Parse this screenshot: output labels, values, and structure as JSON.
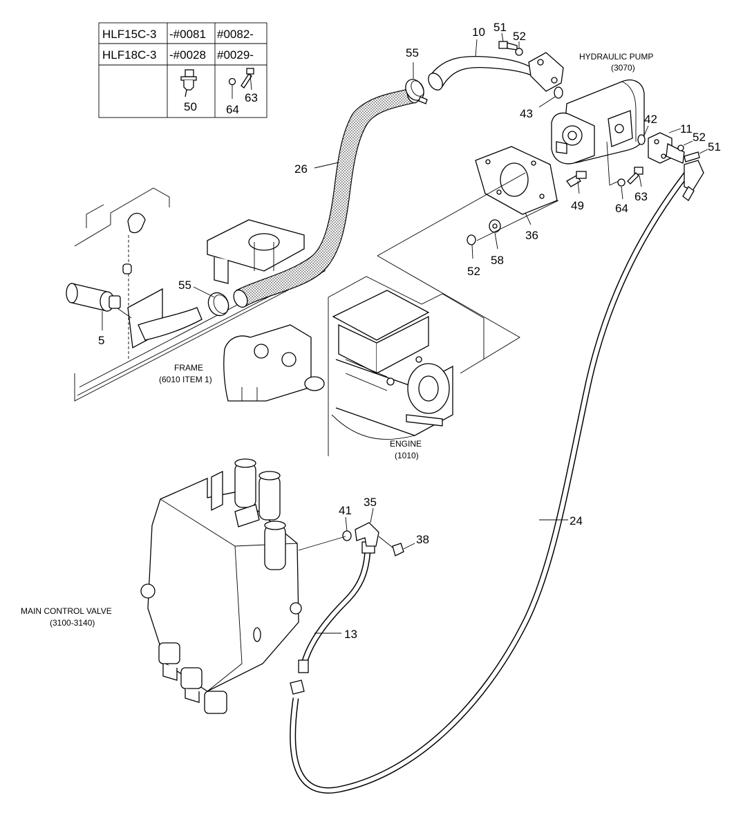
{
  "table": {
    "rows": [
      {
        "model": "HLF15C-3",
        "serial_a": "-#0081",
        "serial_b": "#0082-"
      },
      {
        "model": "HLF18C-3",
        "serial_a": "-#0028",
        "serial_b": "#0029-"
      }
    ],
    "parts": {
      "col_a": "50",
      "col_b_left": "64",
      "col_b_right": "63"
    }
  },
  "labels": {
    "hydraulic_pump": "HYDRAULIC PUMP",
    "hydraulic_pump_ref": "(3070)",
    "frame": "FRAME",
    "frame_ref": "(6010 ITEM 1)",
    "engine": "ENGINE",
    "engine_ref": "(1010)",
    "main_control_valve": "MAIN CONTROL VALVE",
    "main_control_valve_ref": "(3100-3140)"
  },
  "callouts": {
    "p5": "5",
    "p10": "10",
    "p11": "11",
    "p13": "13",
    "p24": "24",
    "p26": "26",
    "p35": "35",
    "p36": "36",
    "p38": "38",
    "p41": "41",
    "p42": "42",
    "p43": "43",
    "p49": "49",
    "p51_top": "51",
    "p51_right": "51",
    "p52_top": "52",
    "p52_right": "52",
    "p52_bottom": "52",
    "p55_top": "55",
    "p55_left": "55",
    "p58": "58",
    "p63": "63",
    "p64": "64"
  },
  "colors": {
    "line": "#000000",
    "hose_fill": "#b8b8b8",
    "background": "#ffffff"
  }
}
